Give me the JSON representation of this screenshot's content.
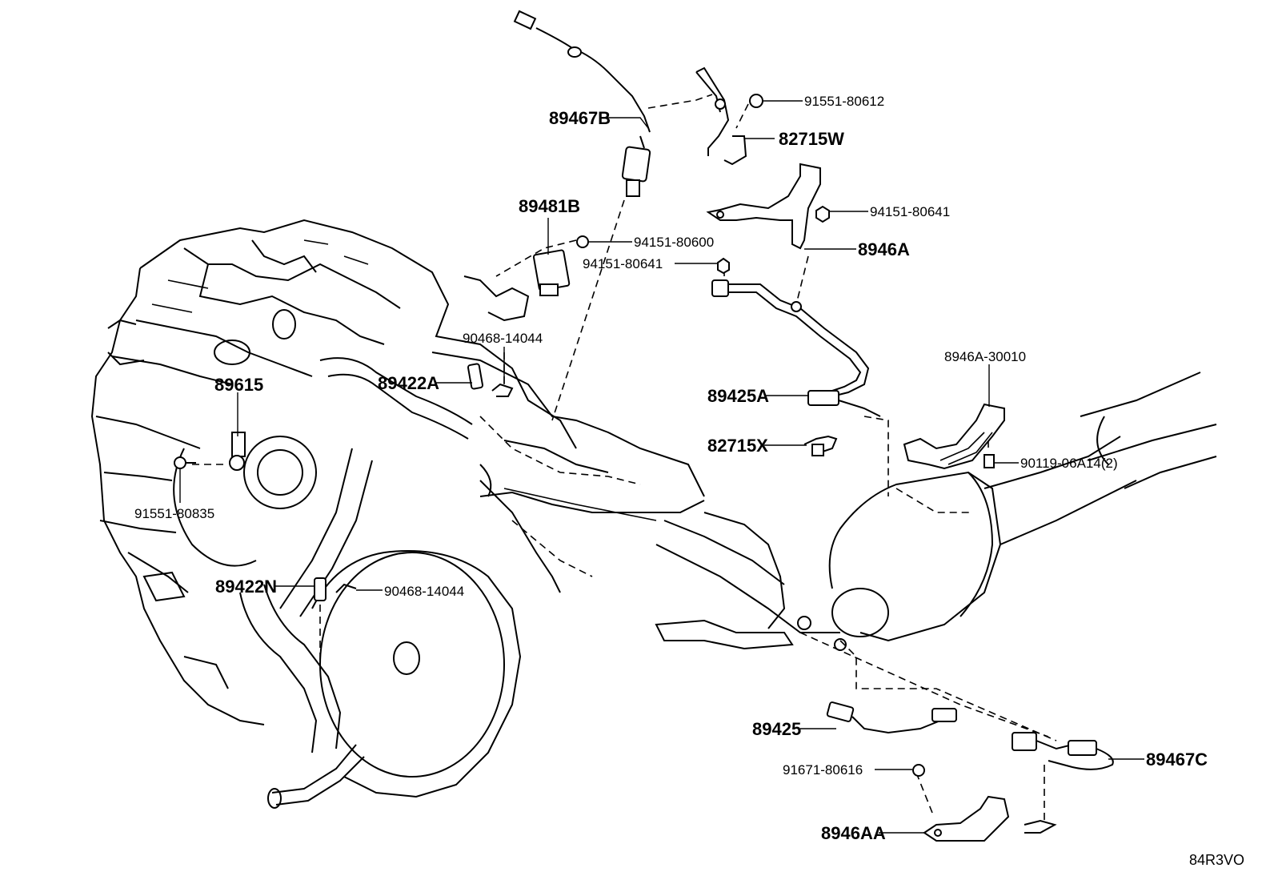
{
  "labels": {
    "p89467B": "89467B",
    "p91551_80612": "91551-80612",
    "p82715W": "82715W",
    "p89481B": "89481B",
    "p94151_80641_top": "94151-80641",
    "p94151_80600": "94151-80600",
    "p94151_80641_mid": "94151-80641",
    "p8946A": "8946A",
    "p90468_14044_top": "90468-14044",
    "p89422A": "89422A",
    "p89615": "89615",
    "p8946A_30010": "8946A-30010",
    "p89425A": "89425A",
    "p82715X": "82715X",
    "p90119_06A14": "90119-06A14(2)",
    "p91551_80835": "91551-80835",
    "p89422N": "89422N",
    "p90468_14044_bot": "90468-14044",
    "p89425": "89425",
    "p91671_80616": "91671-80616",
    "p89467C": "89467C",
    "p8946AA": "8946AA"
  },
  "figure_code": "84R3VO"
}
